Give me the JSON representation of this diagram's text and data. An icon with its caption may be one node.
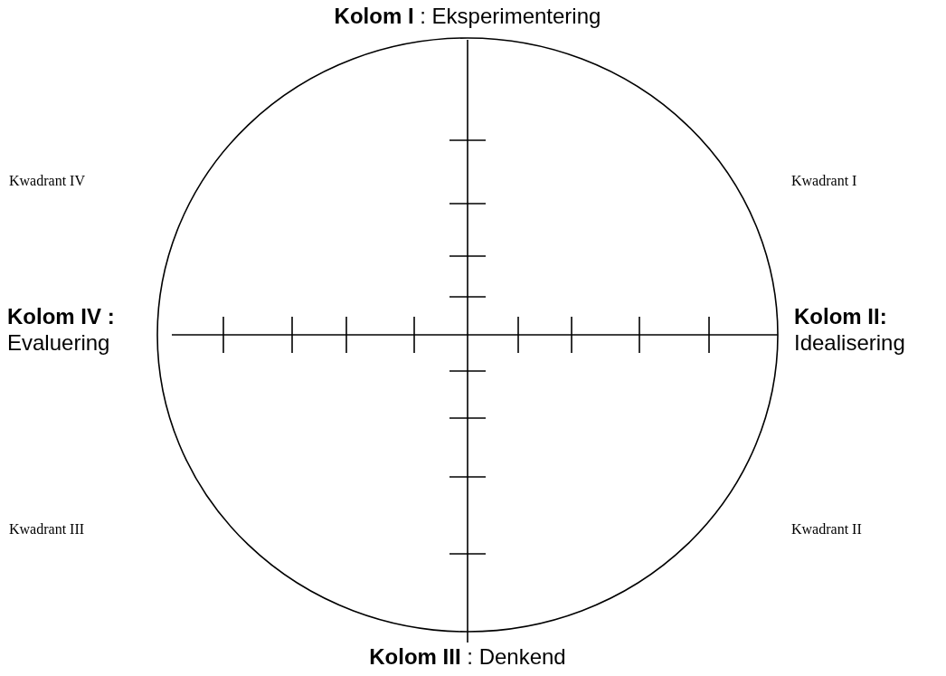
{
  "diagram": {
    "labels": [
      "**Kolom I** : Eksperimentering",
      "Kwadrant IV",
      "Kwadrant I",
      "**Kolom IV :** Evaluering",
      "**Kolom II:** Idealisering",
      "Kwadrant III",
      "Kwadrant II",
      "**Kolom III** : Denkend"
    ]
  }
}
